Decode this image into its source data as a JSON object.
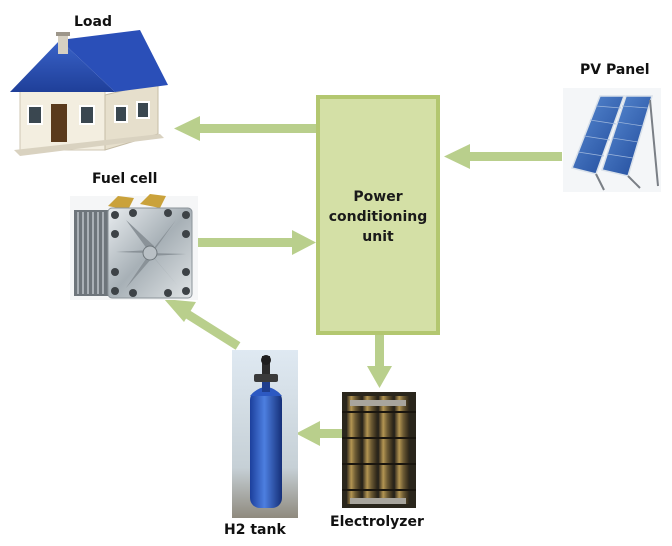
{
  "diagram": {
    "nodes": {
      "load": {
        "label": "Load",
        "icon": "house-icon"
      },
      "pv_panel": {
        "label": "PV Panel",
        "icon": "solar-panel-icon"
      },
      "fuel_cell": {
        "label": "Fuel cell",
        "icon": "fuel-cell-stack-icon"
      },
      "pcu": {
        "label_lines": [
          "Power",
          "conditioning",
          "unit"
        ]
      },
      "h2_tank": {
        "label": "H2 tank",
        "icon": "gas-cylinder-icon"
      },
      "electrolyzer": {
        "label": "Electrolyzer",
        "icon": "electrolyzer-icon"
      }
    },
    "edges": [
      {
        "from": "pv_panel",
        "to": "pcu"
      },
      {
        "from": "pcu",
        "to": "load"
      },
      {
        "from": "fuel_cell",
        "to": "pcu"
      },
      {
        "from": "pcu",
        "to": "electrolyzer"
      },
      {
        "from": "electrolyzer",
        "to": "h2_tank"
      },
      {
        "from": "h2_tank",
        "to": "fuel_cell"
      }
    ],
    "colors": {
      "arrow": "#b9cf8c",
      "box_fill": "#d4e0a6",
      "box_border": "#b3c770"
    }
  }
}
